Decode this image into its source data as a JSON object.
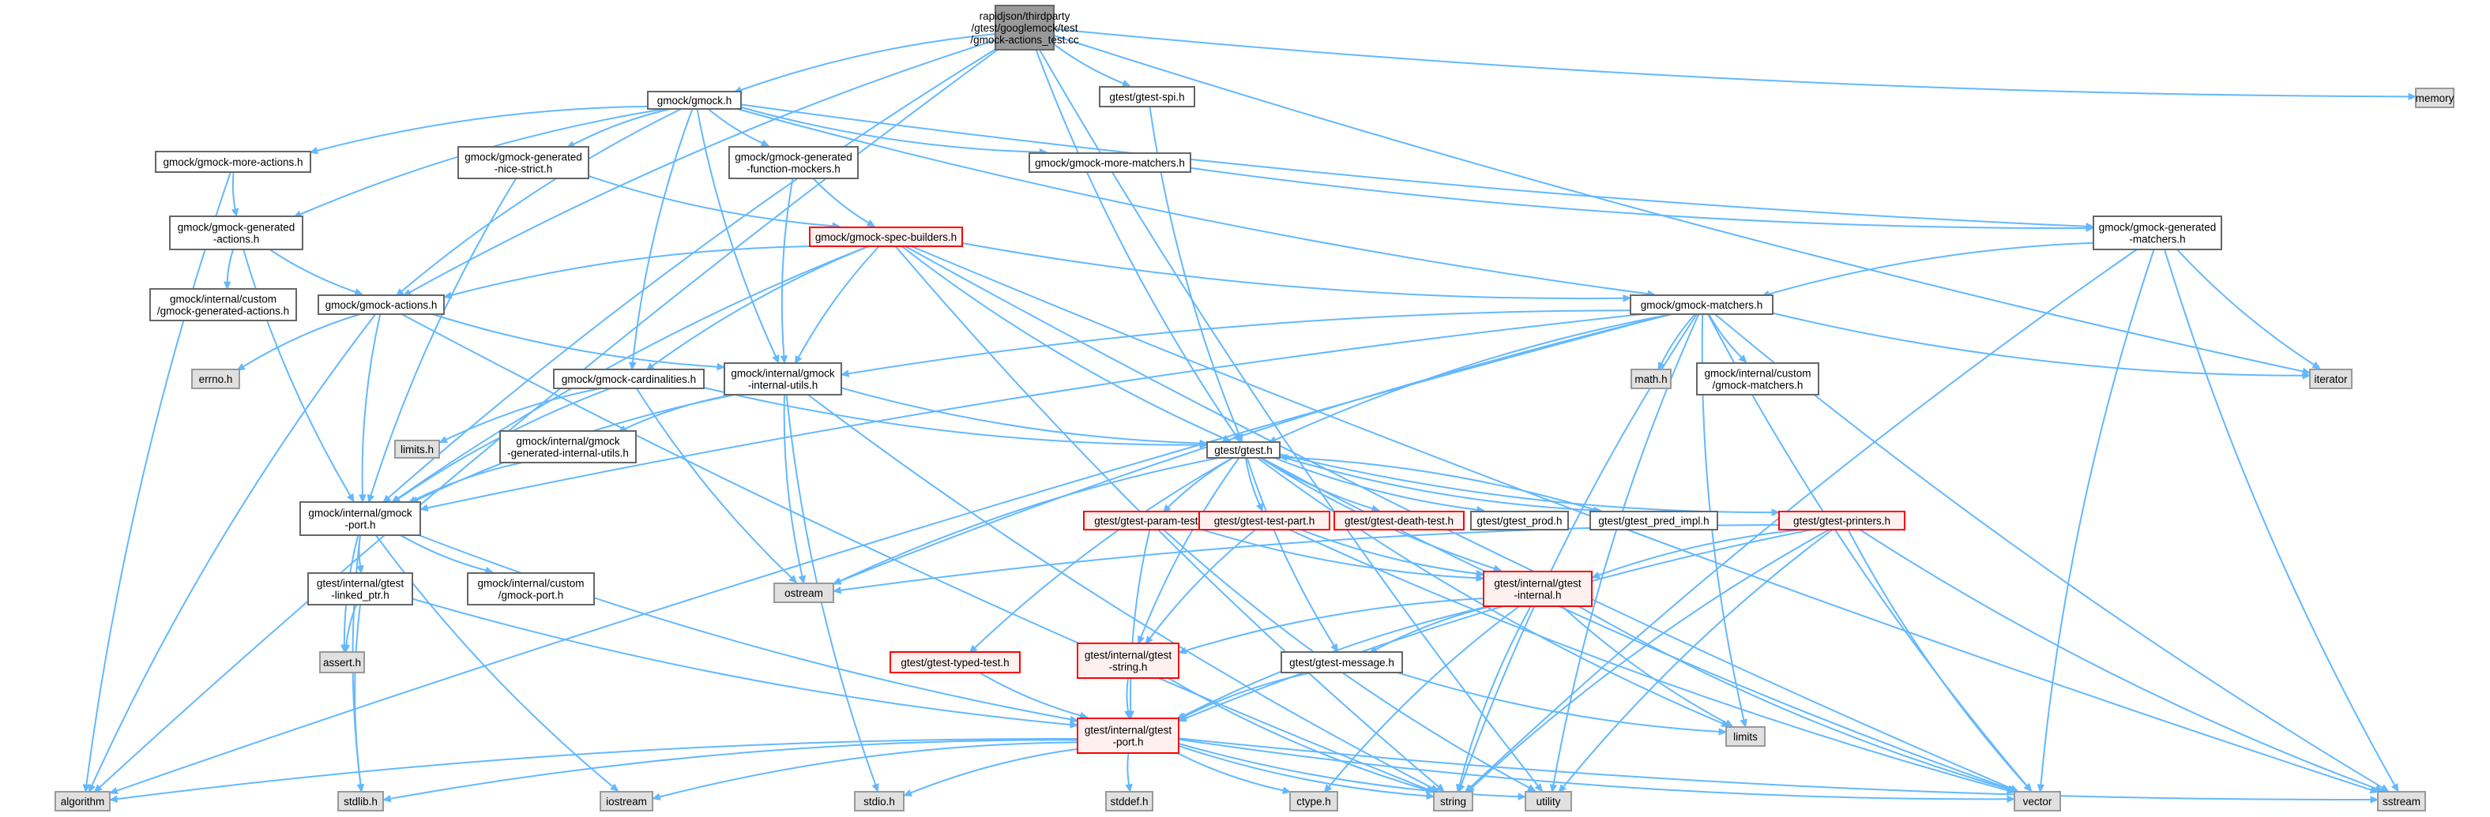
{
  "colors": {
    "edge": "#63b8ff",
    "root_fill": "#999999",
    "root_border": "#666666",
    "normal_fill": "#ffffff",
    "normal_border": "#666666",
    "red_fill": "#fff0f0",
    "red_border": "#ff0000",
    "system_fill": "#e0e0e0",
    "system_border": "#999999"
  },
  "nodes": [
    {
      "id": "root",
      "lines": [
        "rapidjson/thirdparty",
        "/gtest/googlemock/test",
        "/gmock-actions_test.cc"
      ],
      "style": "root"
    },
    {
      "id": "gmock_h",
      "lines": [
        "gmock/gmock.h"
      ],
      "style": "normal"
    },
    {
      "id": "gtest_spi",
      "lines": [
        "gtest/gtest-spi.h"
      ],
      "style": "normal"
    },
    {
      "id": "memory",
      "lines": [
        "memory"
      ],
      "style": "system"
    },
    {
      "id": "more_actions",
      "lines": [
        "gmock/gmock-more-actions.h"
      ],
      "style": "normal"
    },
    {
      "id": "gen_nice_strict",
      "lines": [
        "gmock/gmock-generated",
        "-nice-strict.h"
      ],
      "style": "normal"
    },
    {
      "id": "gen_func_mockers",
      "lines": [
        "gmock/gmock-generated",
        "-function-mockers.h"
      ],
      "style": "normal"
    },
    {
      "id": "more_matchers",
      "lines": [
        "gmock/gmock-more-matchers.h"
      ],
      "style": "normal"
    },
    {
      "id": "gen_actions",
      "lines": [
        "gmock/gmock-generated",
        "-actions.h"
      ],
      "style": "normal"
    },
    {
      "id": "spec_builders",
      "lines": [
        "gmock/gmock-spec-builders.h"
      ],
      "style": "red"
    },
    {
      "id": "gen_matchers",
      "lines": [
        "gmock/gmock-generated",
        "-matchers.h"
      ],
      "style": "normal"
    },
    {
      "id": "custom_gen_actions",
      "lines": [
        "gmock/internal/custom",
        "/gmock-generated-actions.h"
      ],
      "style": "normal"
    },
    {
      "id": "gmock_actions",
      "lines": [
        "gmock/gmock-actions.h"
      ],
      "style": "normal"
    },
    {
      "id": "gmock_matchers",
      "lines": [
        "gmock/gmock-matchers.h"
      ],
      "style": "normal"
    },
    {
      "id": "errno",
      "lines": [
        "errno.h"
      ],
      "style": "system"
    },
    {
      "id": "cardinalities",
      "lines": [
        "gmock/gmock-cardinalities.h"
      ],
      "style": "normal"
    },
    {
      "id": "internal_utils",
      "lines": [
        "gmock/internal/gmock",
        "-internal-utils.h"
      ],
      "style": "normal"
    },
    {
      "id": "math",
      "lines": [
        "math.h"
      ],
      "style": "system"
    },
    {
      "id": "custom_matchers",
      "lines": [
        "gmock/internal/custom",
        "/gmock-matchers.h"
      ],
      "style": "normal"
    },
    {
      "id": "iterator",
      "lines": [
        "iterator"
      ],
      "style": "system"
    },
    {
      "id": "limits_h",
      "lines": [
        "limits.h"
      ],
      "style": "system"
    },
    {
      "id": "gen_internal_utils",
      "lines": [
        "gmock/internal/gmock",
        "-generated-internal-utils.h"
      ],
      "style": "normal"
    },
    {
      "id": "gtest_h",
      "lines": [
        "gtest/gtest.h"
      ],
      "style": "normal"
    },
    {
      "id": "gmock_port",
      "lines": [
        "gmock/internal/gmock",
        "-port.h"
      ],
      "style": "normal"
    },
    {
      "id": "param_test",
      "lines": [
        "gtest/gtest-param-test.h"
      ],
      "style": "red"
    },
    {
      "id": "test_part",
      "lines": [
        "gtest/gtest-test-part.h"
      ],
      "style": "red"
    },
    {
      "id": "death_test",
      "lines": [
        "gtest/gtest-death-test.h"
      ],
      "style": "red"
    },
    {
      "id": "gtest_prod",
      "lines": [
        "gtest/gtest_prod.h"
      ],
      "style": "normal"
    },
    {
      "id": "pred_impl",
      "lines": [
        "gtest/gtest_pred_impl.h"
      ],
      "style": "normal"
    },
    {
      "id": "printers",
      "lines": [
        "gtest/gtest-printers.h"
      ],
      "style": "red"
    },
    {
      "id": "linked_ptr",
      "lines": [
        "gtest/internal/gtest",
        "-linked_ptr.h"
      ],
      "style": "normal"
    },
    {
      "id": "custom_port",
      "lines": [
        "gmock/internal/custom",
        "/gmock-port.h"
      ],
      "style": "normal"
    },
    {
      "id": "ostream",
      "lines": [
        "ostream"
      ],
      "style": "system"
    },
    {
      "id": "gtest_internal",
      "lines": [
        "gtest/internal/gtest",
        "-internal.h"
      ],
      "style": "red"
    },
    {
      "id": "typed_test",
      "lines": [
        "gtest/gtest-typed-test.h"
      ],
      "style": "red"
    },
    {
      "id": "gtest_string",
      "lines": [
        "gtest/internal/gtest",
        "-string.h"
      ],
      "style": "red"
    },
    {
      "id": "gtest_message",
      "lines": [
        "gtest/gtest-message.h"
      ],
      "style": "normal"
    },
    {
      "id": "assert",
      "lines": [
        "assert.h"
      ],
      "style": "system"
    },
    {
      "id": "gtest_port",
      "lines": [
        "gtest/internal/gtest",
        "-port.h"
      ],
      "style": "red"
    },
    {
      "id": "limits",
      "lines": [
        "limits"
      ],
      "style": "system"
    },
    {
      "id": "algorithm",
      "lines": [
        "algorithm"
      ],
      "style": "system"
    },
    {
      "id": "stdlib",
      "lines": [
        "stdlib.h"
      ],
      "style": "system"
    },
    {
      "id": "iostream",
      "lines": [
        "iostream"
      ],
      "style": "system"
    },
    {
      "id": "stdio",
      "lines": [
        "stdio.h"
      ],
      "style": "system"
    },
    {
      "id": "stddef",
      "lines": [
        "stddef.h"
      ],
      "style": "system"
    },
    {
      "id": "ctype",
      "lines": [
        "ctype.h"
      ],
      "style": "system"
    },
    {
      "id": "string",
      "lines": [
        "string"
      ],
      "style": "system"
    },
    {
      "id": "utility",
      "lines": [
        "utility"
      ],
      "style": "system"
    },
    {
      "id": "vector",
      "lines": [
        "vector"
      ],
      "style": "system"
    },
    {
      "id": "sstream",
      "lines": [
        "sstream"
      ],
      "style": "system"
    }
  ],
  "edges": [
    [
      "root",
      "gmock_h"
    ],
    [
      "root",
      "gtest_spi"
    ],
    [
      "root",
      "memory"
    ],
    [
      "root",
      "gmock_actions"
    ],
    [
      "root",
      "gtest_h"
    ],
    [
      "root",
      "gmock_port"
    ],
    [
      "root",
      "iterator"
    ],
    [
      "root",
      "algorithm"
    ],
    [
      "root",
      "utility"
    ],
    [
      "gmock_h",
      "more_actions"
    ],
    [
      "gmock_h",
      "gen_nice_strict"
    ],
    [
      "gmock_h",
      "gen_func_mockers"
    ],
    [
      "gmock_h",
      "more_matchers"
    ],
    [
      "gmock_h",
      "gen_actions"
    ],
    [
      "gmock_h",
      "gen_matchers"
    ],
    [
      "gmock_h",
      "gmock_actions"
    ],
    [
      "gmock_h",
      "gmock_matchers"
    ],
    [
      "gmock_h",
      "cardinalities"
    ],
    [
      "gmock_h",
      "internal_utils"
    ],
    [
      "gtest_spi",
      "gtest_h"
    ],
    [
      "more_actions",
      "gen_actions"
    ],
    [
      "more_actions",
      "algorithm"
    ],
    [
      "gen_actions",
      "custom_gen_actions"
    ],
    [
      "gen_actions",
      "gmock_actions"
    ],
    [
      "gen_actions",
      "gmock_port"
    ],
    [
      "gen_nice_strict",
      "spec_builders"
    ],
    [
      "gen_nice_strict",
      "gmock_port"
    ],
    [
      "gen_func_mockers",
      "spec_builders"
    ],
    [
      "gen_func_mockers",
      "internal_utils"
    ],
    [
      "more_matchers",
      "gen_matchers"
    ],
    [
      "spec_builders",
      "gmock_actions"
    ],
    [
      "spec_builders",
      "cardinalities"
    ],
    [
      "spec_builders",
      "internal_utils"
    ],
    [
      "spec_builders",
      "gmock_matchers"
    ],
    [
      "spec_builders",
      "gtest_h"
    ],
    [
      "spec_builders",
      "gmock_port"
    ],
    [
      "spec_builders",
      "sstream"
    ],
    [
      "spec_builders",
      "vector"
    ],
    [
      "spec_builders",
      "string"
    ],
    [
      "gen_matchers",
      "gmock_matchers"
    ],
    [
      "gen_matchers",
      "iterator"
    ],
    [
      "gen_matchers",
      "sstream"
    ],
    [
      "gen_matchers",
      "vector"
    ],
    [
      "gen_matchers",
      "string"
    ],
    [
      "gmock_actions",
      "errno"
    ],
    [
      "gmock_actions",
      "internal_utils"
    ],
    [
      "gmock_actions",
      "gmock_port"
    ],
    [
      "gmock_actions",
      "algorithm"
    ],
    [
      "gmock_actions",
      "string"
    ],
    [
      "gmock_matchers",
      "math"
    ],
    [
      "gmock_matchers",
      "custom_matchers"
    ],
    [
      "gmock_matchers",
      "iterator"
    ],
    [
      "gmock_matchers",
      "internal_utils"
    ],
    [
      "gmock_matchers",
      "gtest_h"
    ],
    [
      "gmock_matchers",
      "ostream"
    ],
    [
      "gmock_matchers",
      "algorithm"
    ],
    [
      "gmock_matchers",
      "limits"
    ],
    [
      "gmock_matchers",
      "sstream"
    ],
    [
      "gmock_matchers",
      "vector"
    ],
    [
      "gmock_matchers",
      "utility"
    ],
    [
      "gmock_matchers",
      "string"
    ],
    [
      "gmock_matchers",
      "gmock_port"
    ],
    [
      "cardinalities",
      "limits_h"
    ],
    [
      "cardinalities",
      "gmock_port"
    ],
    [
      "cardinalities",
      "ostream"
    ],
    [
      "cardinalities",
      "gtest_h"
    ],
    [
      "internal_utils",
      "gen_internal_utils"
    ],
    [
      "internal_utils",
      "gmock_port"
    ],
    [
      "internal_utils",
      "gtest_h"
    ],
    [
      "internal_utils",
      "ostream"
    ],
    [
      "internal_utils",
      "stdio"
    ],
    [
      "internal_utils",
      "string"
    ],
    [
      "gen_internal_utils",
      "gmock_port"
    ],
    [
      "gmock_port",
      "linked_ptr"
    ],
    [
      "gmock_port",
      "custom_port"
    ],
    [
      "gmock_port",
      "assert"
    ],
    [
      "gmock_port",
      "stdlib"
    ],
    [
      "gmock_port",
      "iostream"
    ],
    [
      "gmock_port",
      "gtest_port"
    ],
    [
      "linked_ptr",
      "assert"
    ],
    [
      "linked_ptr",
      "stdlib"
    ],
    [
      "linked_ptr",
      "gtest_port"
    ],
    [
      "gtest_h",
      "param_test"
    ],
    [
      "gtest_h",
      "test_part"
    ],
    [
      "gtest_h",
      "death_test"
    ],
    [
      "gtest_h",
      "gtest_prod"
    ],
    [
      "gtest_h",
      "pred_impl"
    ],
    [
      "gtest_h",
      "printers"
    ],
    [
      "gtest_h",
      "typed_test"
    ],
    [
      "gtest_h",
      "gtest_internal"
    ],
    [
      "gtest_h",
      "gtest_string"
    ],
    [
      "gtest_h",
      "gtest_message"
    ],
    [
      "gtest_h",
      "ostream"
    ],
    [
      "gtest_h",
      "limits"
    ],
    [
      "gtest_h",
      "vector"
    ],
    [
      "param_test",
      "gtest_internal"
    ],
    [
      "param_test",
      "gtest_port"
    ],
    [
      "param_test",
      "utility"
    ],
    [
      "test_part",
      "gtest_internal"
    ],
    [
      "test_part",
      "gtest_string"
    ],
    [
      "test_part",
      "vector"
    ],
    [
      "printers",
      "ostream"
    ],
    [
      "printers",
      "sstream"
    ],
    [
      "printers",
      "string"
    ],
    [
      "printers",
      "utility"
    ],
    [
      "printers",
      "vector"
    ],
    [
      "printers",
      "gtest_port"
    ],
    [
      "printers",
      "gtest_internal"
    ],
    [
      "pred_impl",
      "gtest_h"
    ],
    [
      "gtest_internal",
      "gtest_port"
    ],
    [
      "gtest_internal",
      "gtest_message"
    ],
    [
      "gtest_internal",
      "gtest_string"
    ],
    [
      "gtest_internal",
      "ctype"
    ],
    [
      "gtest_internal",
      "limits"
    ],
    [
      "gtest_internal",
      "string"
    ],
    [
      "gtest_internal",
      "vector"
    ],
    [
      "typed_test",
      "gtest_port"
    ],
    [
      "gtest_string",
      "gtest_port"
    ],
    [
      "gtest_string",
      "string"
    ],
    [
      "gtest_message",
      "gtest_port"
    ],
    [
      "gtest_message",
      "limits"
    ],
    [
      "gtest_port",
      "algorithm"
    ],
    [
      "gtest_port",
      "stdlib"
    ],
    [
      "gtest_port",
      "iostream"
    ],
    [
      "gtest_port",
      "stdio"
    ],
    [
      "gtest_port",
      "stddef"
    ],
    [
      "gtest_port",
      "ctype"
    ],
    [
      "gtest_port",
      "string"
    ],
    [
      "gtest_port",
      "utility"
    ],
    [
      "gtest_port",
      "vector"
    ],
    [
      "gtest_port",
      "sstream"
    ]
  ]
}
